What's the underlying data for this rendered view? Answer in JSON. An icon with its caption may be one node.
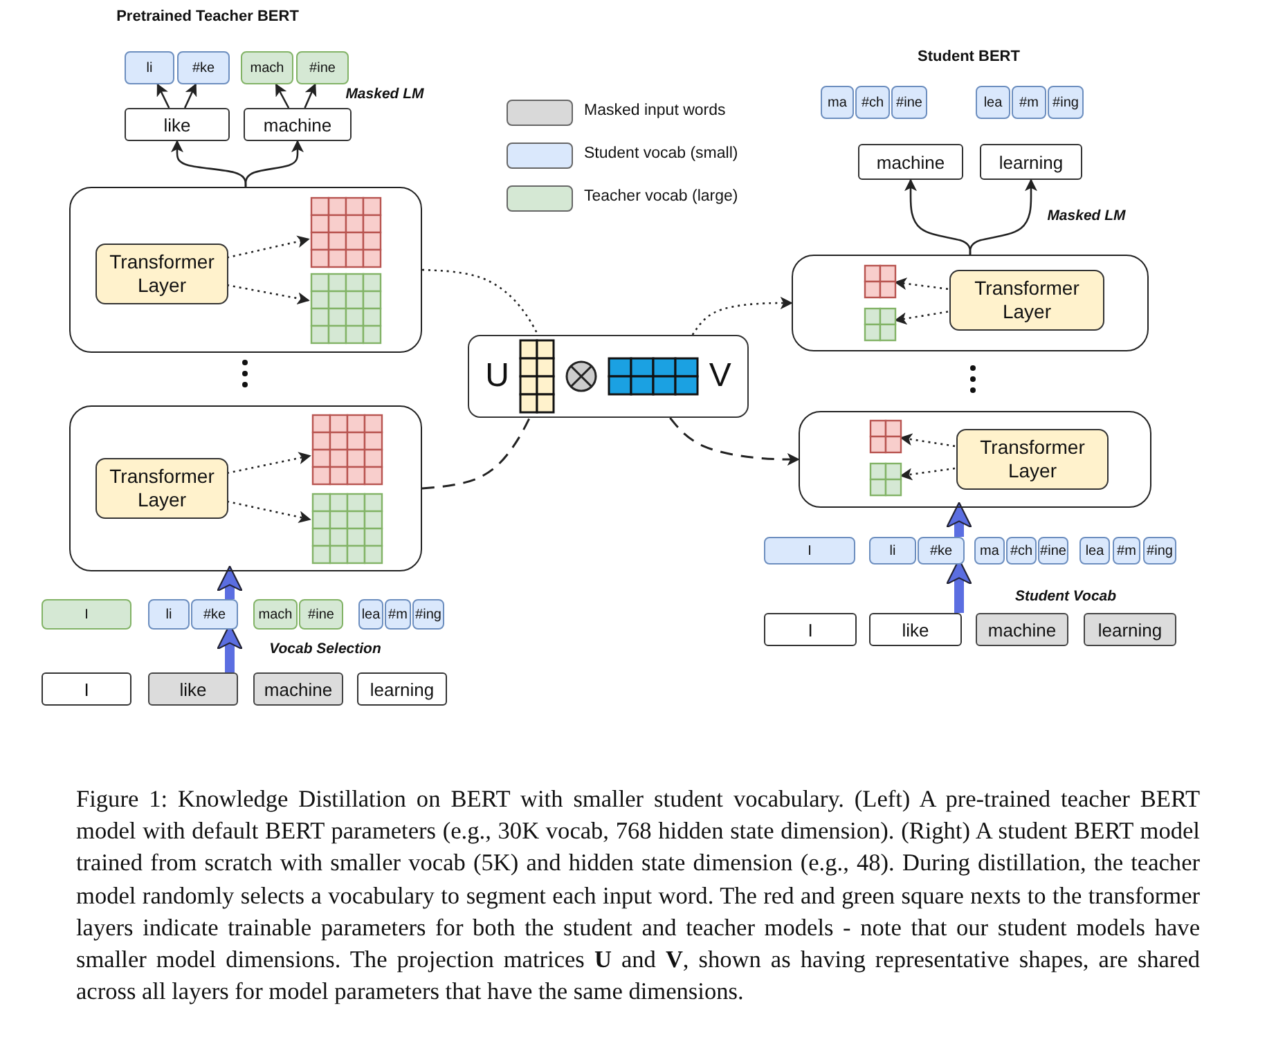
{
  "diagram": {
    "caption": "Figure 1: Knowledge Distillation on BERT with smaller student vocabulary. (Left) A pre-trained teacher BERT model with default BERT parameters (e.g., 30K vocab, 768 hidden state dimension). (Right) A student BERT model trained from scratch with smaller vocab (5K) and hidden state dimension (e.g., 48). During distillation, the teacher model randomly selects a vocabulary to segment each input word. The red and green square nexts to the transformer layers indicate trainable parameters for both the student and teacher models - note that our student models have smaller model dimensions. The projection matrices **U** and **V**, shown as having representative shapes, are shared across all layers for model parameters that have the same dimensions.",
    "nodes": [
      {
        "text": [
          "li"
        ]
      },
      {
        "text": [
          "#ke"
        ]
      },
      {
        "text": [
          "mach"
        ]
      },
      {
        "text": [
          "#ine"
        ]
      },
      {
        "text": [
          "like"
        ]
      },
      {
        "text": [
          "machine"
        ]
      },
      {
        "text": [],
        "shape": "box"
      },
      {
        "text": [
          "Transformer Layer"
        ],
        "in": 6
      },
      {
        "text": [],
        "shape": "grid",
        "in": 6
      },
      {
        "text": [],
        "shape": "grid",
        "in": 6
      },
      {
        "text": [],
        "shape": "box"
      },
      {
        "text": [
          "Transformer Layer"
        ],
        "in": 10
      },
      {
        "text": [],
        "shape": "grid",
        "in": 10
      },
      {
        "text": [],
        "shape": "grid",
        "in": 10
      },
      {
        "text": [
          "I"
        ]
      },
      {
        "text": [
          "li"
        ]
      },
      {
        "text": [
          "#ke"
        ]
      },
      {
        "text": [
          "mach"
        ]
      },
      {
        "text": [
          "#ine"
        ]
      },
      {
        "text": [
          "lea"
        ]
      },
      {
        "text": [
          "#m"
        ]
      },
      {
        "text": [
          "#ing"
        ]
      },
      {
        "text": [
          "I"
        ]
      },
      {
        "text": [
          "like"
        ]
      },
      {
        "text": [
          "machine"
        ]
      },
      {
        "text": [
          "learning"
        ]
      },
      {
        "text": [
          "U",
          "V"
        ]
      },
      {
        "text": [
          "ma"
        ]
      },
      {
        "text": [
          "#ch"
        ]
      },
      {
        "text": [
          "#ine"
        ]
      },
      {
        "text": [
          "lea"
        ]
      },
      {
        "text": [
          "#m"
        ]
      },
      {
        "text": [
          "#ing"
        ]
      },
      {
        "text": [
          "machine"
        ]
      },
      {
        "text": [
          "learning"
        ]
      },
      {
        "text": [],
        "shape": "box"
      },
      {
        "text": [],
        "shape": "grid",
        "in": 35
      },
      {
        "text": [],
        "shape": "grid",
        "in": 35
      },
      {
        "text": [
          "Transformer Layer"
        ],
        "in": 35
      },
      {
        "text": [],
        "shape": "box"
      },
      {
        "text": [],
        "shape": "grid",
        "in": 39
      },
      {
        "text": [],
        "shape": "grid",
        "in": 39
      },
      {
        "text": [
          "Transformer Layer"
        ],
        "in": 39
      },
      {
        "text": [
          "I"
        ]
      },
      {
        "text": [
          "li"
        ]
      },
      {
        "text": [
          "#ke"
        ]
      },
      {
        "text": [
          "ma"
        ]
      },
      {
        "text": [
          "#ch"
        ]
      },
      {
        "text": [
          "#ine"
        ]
      },
      {
        "text": [
          "lea"
        ]
      },
      {
        "text": [
          "#m"
        ]
      },
      {
        "text": [
          "#ing"
        ]
      },
      {
        "text": [
          "I"
        ]
      },
      {
        "text": [
          "like"
        ]
      },
      {
        "text": [
          "machine"
        ]
      },
      {
        "text": [
          "learning"
        ]
      }
    ],
    "edges": [
      {
        "from": 4,
        "to": 0,
        "arrow": "to"
      },
      {
        "from": 4,
        "to": 1,
        "arrow": "to"
      },
      {
        "from": 5,
        "to": 2,
        "arrow": "to"
      },
      {
        "from": 5,
        "to": 3,
        "arrow": "to"
      },
      {
        "from": 6,
        "to": 4,
        "arrow": "to"
      },
      {
        "from": 6,
        "to": 5,
        "arrow": "to"
      },
      {
        "from": 7,
        "to": 8,
        "arrow": "to",
        "style": "dashed"
      },
      {
        "from": 7,
        "to": 9,
        "arrow": "to",
        "style": "dashed"
      },
      {
        "from": 11,
        "to": 12,
        "arrow": "to",
        "style": "dashed"
      },
      {
        "from": 11,
        "to": 13,
        "arrow": "to",
        "style": "dashed"
      },
      {
        "from": 6,
        "to": 26,
        "arrow": "none",
        "style": "dashed"
      },
      {
        "from": 26,
        "to": 35,
        "arrow": "to",
        "style": "dashed"
      },
      {
        "from": 10,
        "to": 26,
        "arrow": "none",
        "style": "dashed"
      },
      {
        "from": 26,
        "to": 39,
        "arrow": "to",
        "style": "dashed"
      },
      {
        "from": 23,
        "to": 16,
        "arrow": "to",
        "style": "thick",
        "color": "#5b6ee1"
      },
      {
        "from": 16,
        "to": 10,
        "arrow": "to",
        "style": "thick",
        "color": "#5b6ee1"
      },
      {
        "from": 53,
        "to": 45,
        "arrow": "to",
        "style": "thick",
        "color": "#5b6ee1"
      },
      {
        "from": 45,
        "to": 39,
        "arrow": "to",
        "style": "thick",
        "color": "#5b6ee1"
      },
      {
        "from": 38,
        "to": 36,
        "arrow": "to",
        "style": "dashed"
      },
      {
        "from": 38,
        "to": 37,
        "arrow": "to",
        "style": "dashed"
      },
      {
        "from": 42,
        "to": 40,
        "arrow": "to",
        "style": "dashed"
      },
      {
        "from": 42,
        "to": 41,
        "arrow": "to",
        "style": "dashed"
      },
      {
        "from": 35,
        "to": 33,
        "arrow": "to"
      },
      {
        "from": 35,
        "to": 34,
        "arrow": "to"
      }
    ],
    "labels": [
      "Pretrained Teacher BERT",
      "Student BERT",
      "Masked LM",
      "Masked LM",
      "Student Vocab",
      "Vocab Selection"
    ],
    "legend": [
      {
        "text": "Masked input words",
        "color": "#d9d9d9"
      },
      {
        "text": "Student vocab (small)",
        "color": "#dae8fc"
      },
      {
        "text": "Teacher vocab (large)",
        "color": "#d5e8d4"
      }
    ]
  }
}
